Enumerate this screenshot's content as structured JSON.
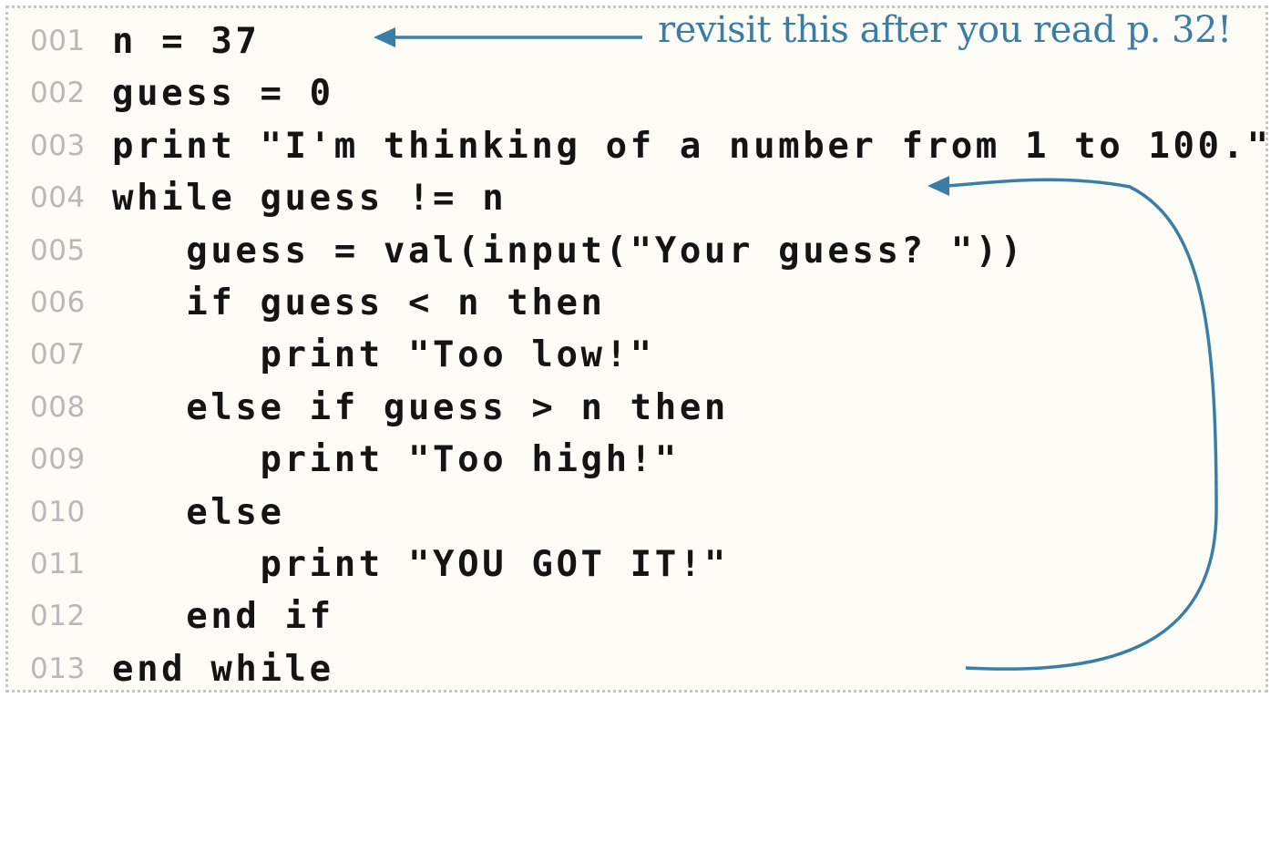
{
  "code": {
    "lines": [
      {
        "number": "001",
        "text": "n = 37"
      },
      {
        "number": "002",
        "text": "guess = 0"
      },
      {
        "number": "003",
        "text": "print \"I'm thinking of a number from 1 to 100.\""
      },
      {
        "number": "004",
        "text": "while guess != n"
      },
      {
        "number": "005",
        "text": "   guess = val(input(\"Your guess? \"))"
      },
      {
        "number": "006",
        "text": "   if guess < n then"
      },
      {
        "number": "007",
        "text": "      print \"Too low!\""
      },
      {
        "number": "008",
        "text": "   else if guess > n then"
      },
      {
        "number": "009",
        "text": "      print \"Too high!\""
      },
      {
        "number": "010",
        "text": "   else"
      },
      {
        "number": "011",
        "text": "      print \"YOU GOT IT!\""
      },
      {
        "number": "012",
        "text": "   end if"
      },
      {
        "number": "013",
        "text": "end while"
      }
    ]
  },
  "annotation": {
    "text": "revisit this after you read p. 32!",
    "color": "#3a7ea5"
  },
  "colors": {
    "panel_background": "#fdfcf7",
    "code_text": "#141414",
    "line_number": "#b8b8b8",
    "arrow": "#3a7ea5"
  }
}
